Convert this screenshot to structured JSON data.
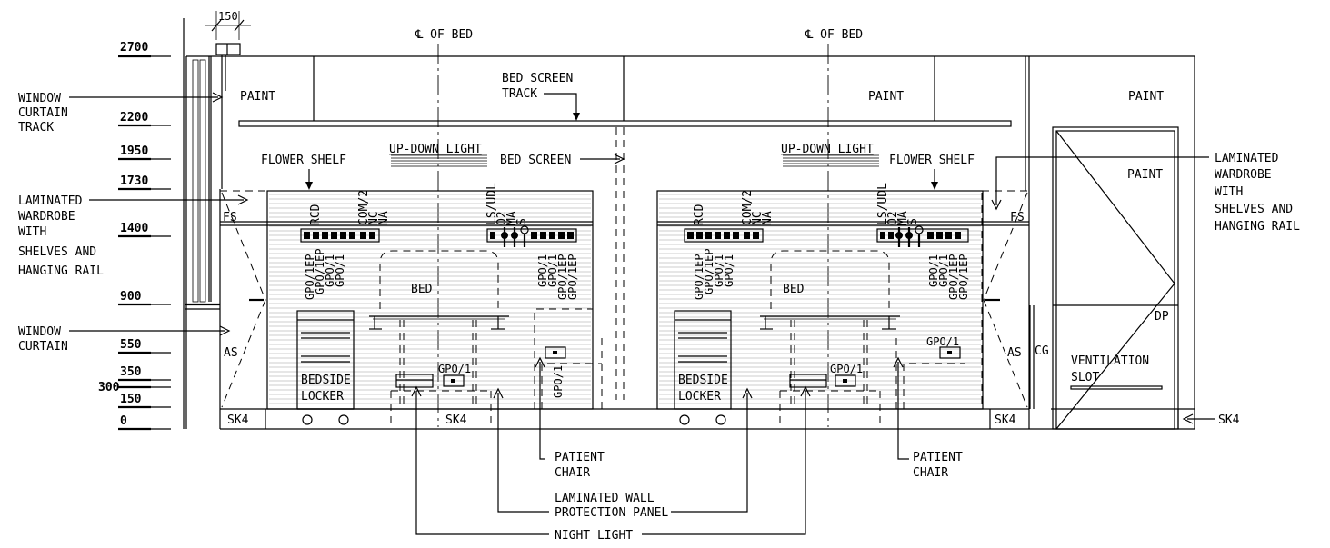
{
  "levels": {
    "l2700": "2700",
    "l2200": "2200",
    "l1950": "1950",
    "l1730": "1730",
    "l1400": "1400",
    "l900": "900",
    "l550": "550",
    "l350": "350",
    "l300": "300",
    "l150": "150",
    "l0": "0"
  },
  "dims": {
    "window_width": "150"
  },
  "left_callouts": {
    "window_curtain_track": [
      "WINDOW",
      "CURTAIN",
      "TRACK"
    ],
    "laminated_wardrobe": [
      "LAMINATED",
      "WARDROBE",
      "WITH",
      "SHELVES AND",
      "HANGING RAIL"
    ],
    "window_curtain": [
      "WINDOW",
      "CURTAIN"
    ]
  },
  "right_callouts": {
    "laminated_wardrobe": [
      "LAMINATED",
      "WARDROBE",
      "WITH",
      "SHELVES AND",
      "HANGING RAIL"
    ],
    "sk4": "SK4"
  },
  "top": {
    "cl_bed_1": "℄ OF BED",
    "cl_bed_2": "℄ OF BED",
    "bed_screen_track": [
      "BED SCREEN",
      "TRACK"
    ],
    "paint_left": "PAINT",
    "paint_middle": "PAINT",
    "paint_right": "PAINT",
    "paint_door": "PAINT"
  },
  "mid": {
    "flower_shelf_1": "FLOWER SHELF",
    "flower_shelf_2": "FLOWER SHELF",
    "up_down_light_1": "UP-DOWN LIGHT",
    "up_down_light_2": "UP-DOWN LIGHT",
    "bed_screen": "BED SCREEN",
    "fs_left": "FS",
    "fs_right": "FS",
    "as_left": "AS",
    "as_right": "AS",
    "cg": "CG",
    "dp": "DP"
  },
  "panel_labels": {
    "rcd": "RCD",
    "com2": "COM/2",
    "nc": "NC",
    "na": "NA",
    "ls_udl": "LS/UDL",
    "o2": "O2",
    "ma": "MA",
    "s": "S",
    "gpo_1ep": "GPO/1EP",
    "gpo_1": "GPO/1"
  },
  "room": {
    "bed_1": "BED",
    "bed_2": "BED",
    "bedside_locker_1": [
      "BEDSIDE",
      "LOCKER"
    ],
    "bedside_locker_2": [
      "BEDSIDE",
      "LOCKER"
    ],
    "gpo1_a": "GPO/1",
    "gpo1_b": "GPO/1",
    "gpo1_c": "GPO/1",
    "gpo1_d": "GPO/1",
    "sk4_1": "SK4",
    "sk4_2": "SK4",
    "sk4_3": "SK4",
    "ventilation_slot": [
      "VENTILATION",
      "SLOT"
    ]
  },
  "bottom_callouts": {
    "patient_chair_1": [
      "PATIENT",
      "CHAIR"
    ],
    "patient_chair_2": [
      "PATIENT",
      "CHAIR"
    ],
    "laminated_wall": [
      "LAMINATED WALL",
      "PROTECTION PANEL"
    ],
    "night_light": "NIGHT LIGHT"
  }
}
